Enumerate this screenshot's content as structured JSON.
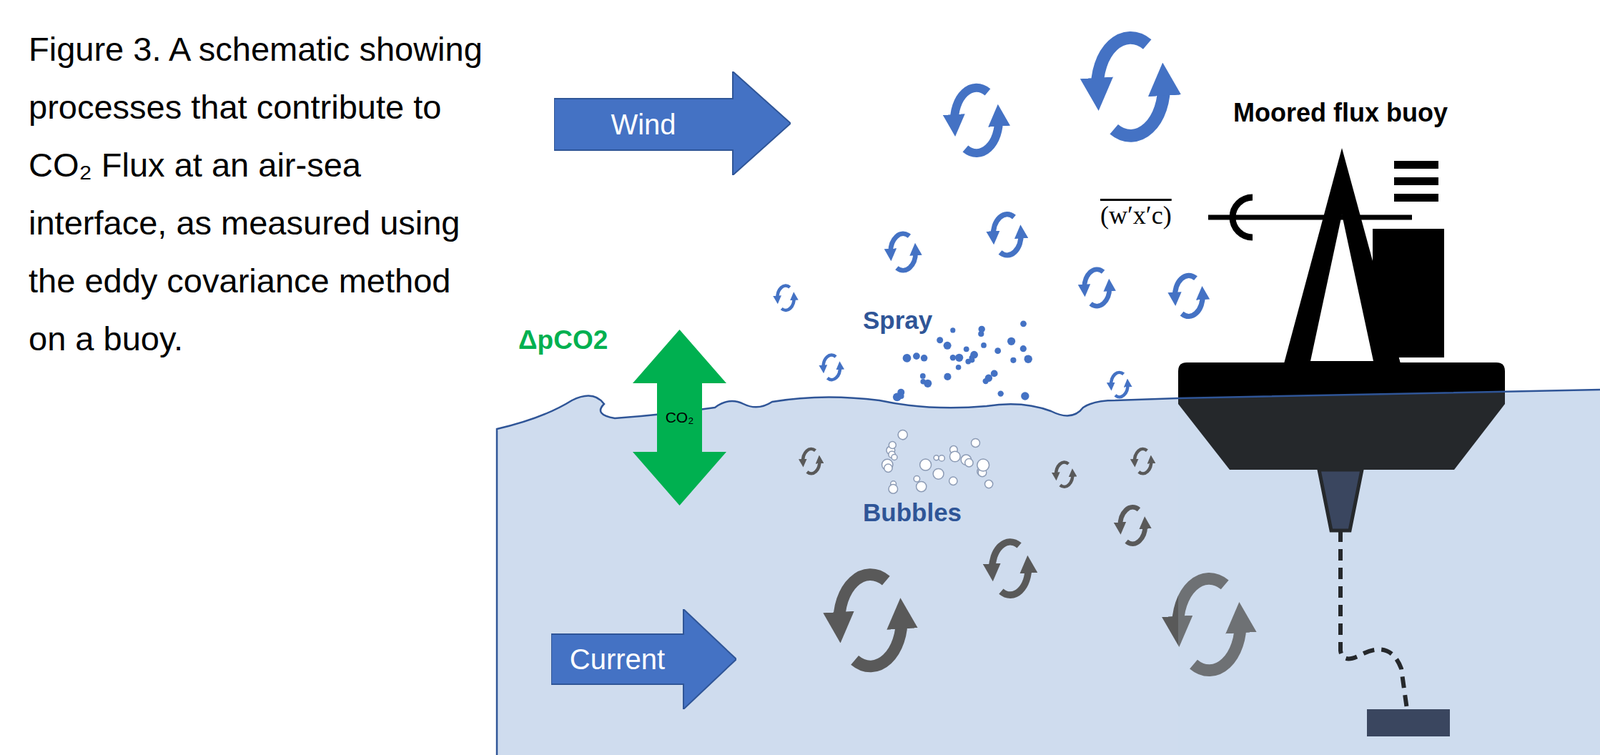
{
  "diagram": {
    "caption": "Figure 3. A schematic showing processes that contribute to CO₂ Flux at an air-sea interface, as measured using the eddy covariance method on a buoy.",
    "nodes": [
      {
        "text": [
          "Wind"
        ]
      },
      {
        "text": [
          "CO₂"
        ]
      },
      {
        "text": [
          "Current"
        ]
      },
      {
        "text": [
          "Moored flux buoy"
        ]
      }
    ],
    "labels": [
      "ΔpCO2",
      "Spray",
      "Bubbles",
      "(w′x′c)"
    ]
  }
}
